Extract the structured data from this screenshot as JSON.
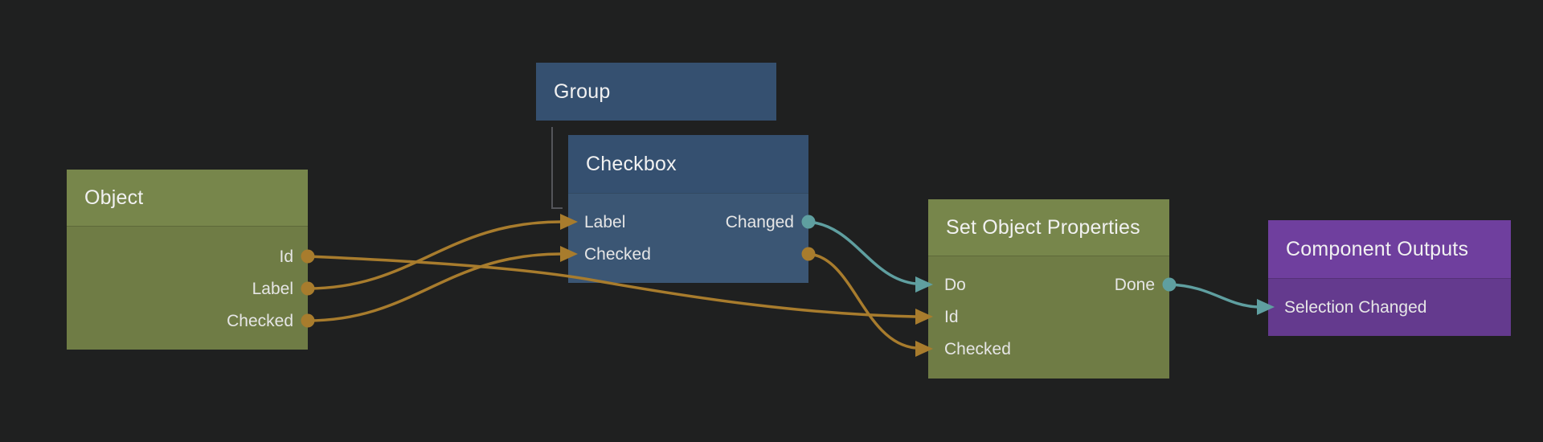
{
  "canvas": {
    "type": "node-graph-editor"
  },
  "colors": {
    "background": "#1f2020",
    "data_wire": "#a87c2d",
    "signal_wire": "#5f9fa0",
    "group_link_line": "#54555a",
    "green_node_header": "#77864b",
    "green_node_body": "#6f7c45",
    "blue_node_header": "#355070",
    "blue_node_body": "#3b5674",
    "purple_node_header": "#6f3f9e",
    "purple_node_body": "#643a8e",
    "text": "#ececec"
  },
  "nodes": {
    "object": {
      "title": "Object",
      "outputs": [
        "Id",
        "Label",
        "Checked"
      ]
    },
    "group": {
      "title": "Group"
    },
    "checkbox": {
      "title": "Checkbox",
      "inputs": [
        "Label",
        "Checked"
      ],
      "outputs": [
        "Changed"
      ]
    },
    "set_object_properties": {
      "title": "Set Object Properties",
      "inputs": [
        "Do",
        "Id",
        "Checked"
      ],
      "outputs": [
        "Done"
      ]
    },
    "component_outputs": {
      "title": "Component Outputs",
      "inputs": [
        "Selection Changed"
      ]
    }
  },
  "connections": [
    {
      "from": "Object.Id",
      "to": "Set Object Properties.Id",
      "type": "data"
    },
    {
      "from": "Object.Label",
      "to": "Checkbox.Label",
      "type": "data"
    },
    {
      "from": "Object.Checked",
      "to": "Checkbox.Checked",
      "type": "data"
    },
    {
      "from": "Checkbox.Checked",
      "to": "Set Object Properties.Checked",
      "type": "data"
    },
    {
      "from": "Checkbox.Changed",
      "to": "Set Object Properties.Do",
      "type": "signal"
    },
    {
      "from": "Set Object Properties.Done",
      "to": "Component Outputs.Selection Changed",
      "type": "signal"
    },
    {
      "from": "Group",
      "to": "Checkbox",
      "type": "group-link"
    }
  ]
}
